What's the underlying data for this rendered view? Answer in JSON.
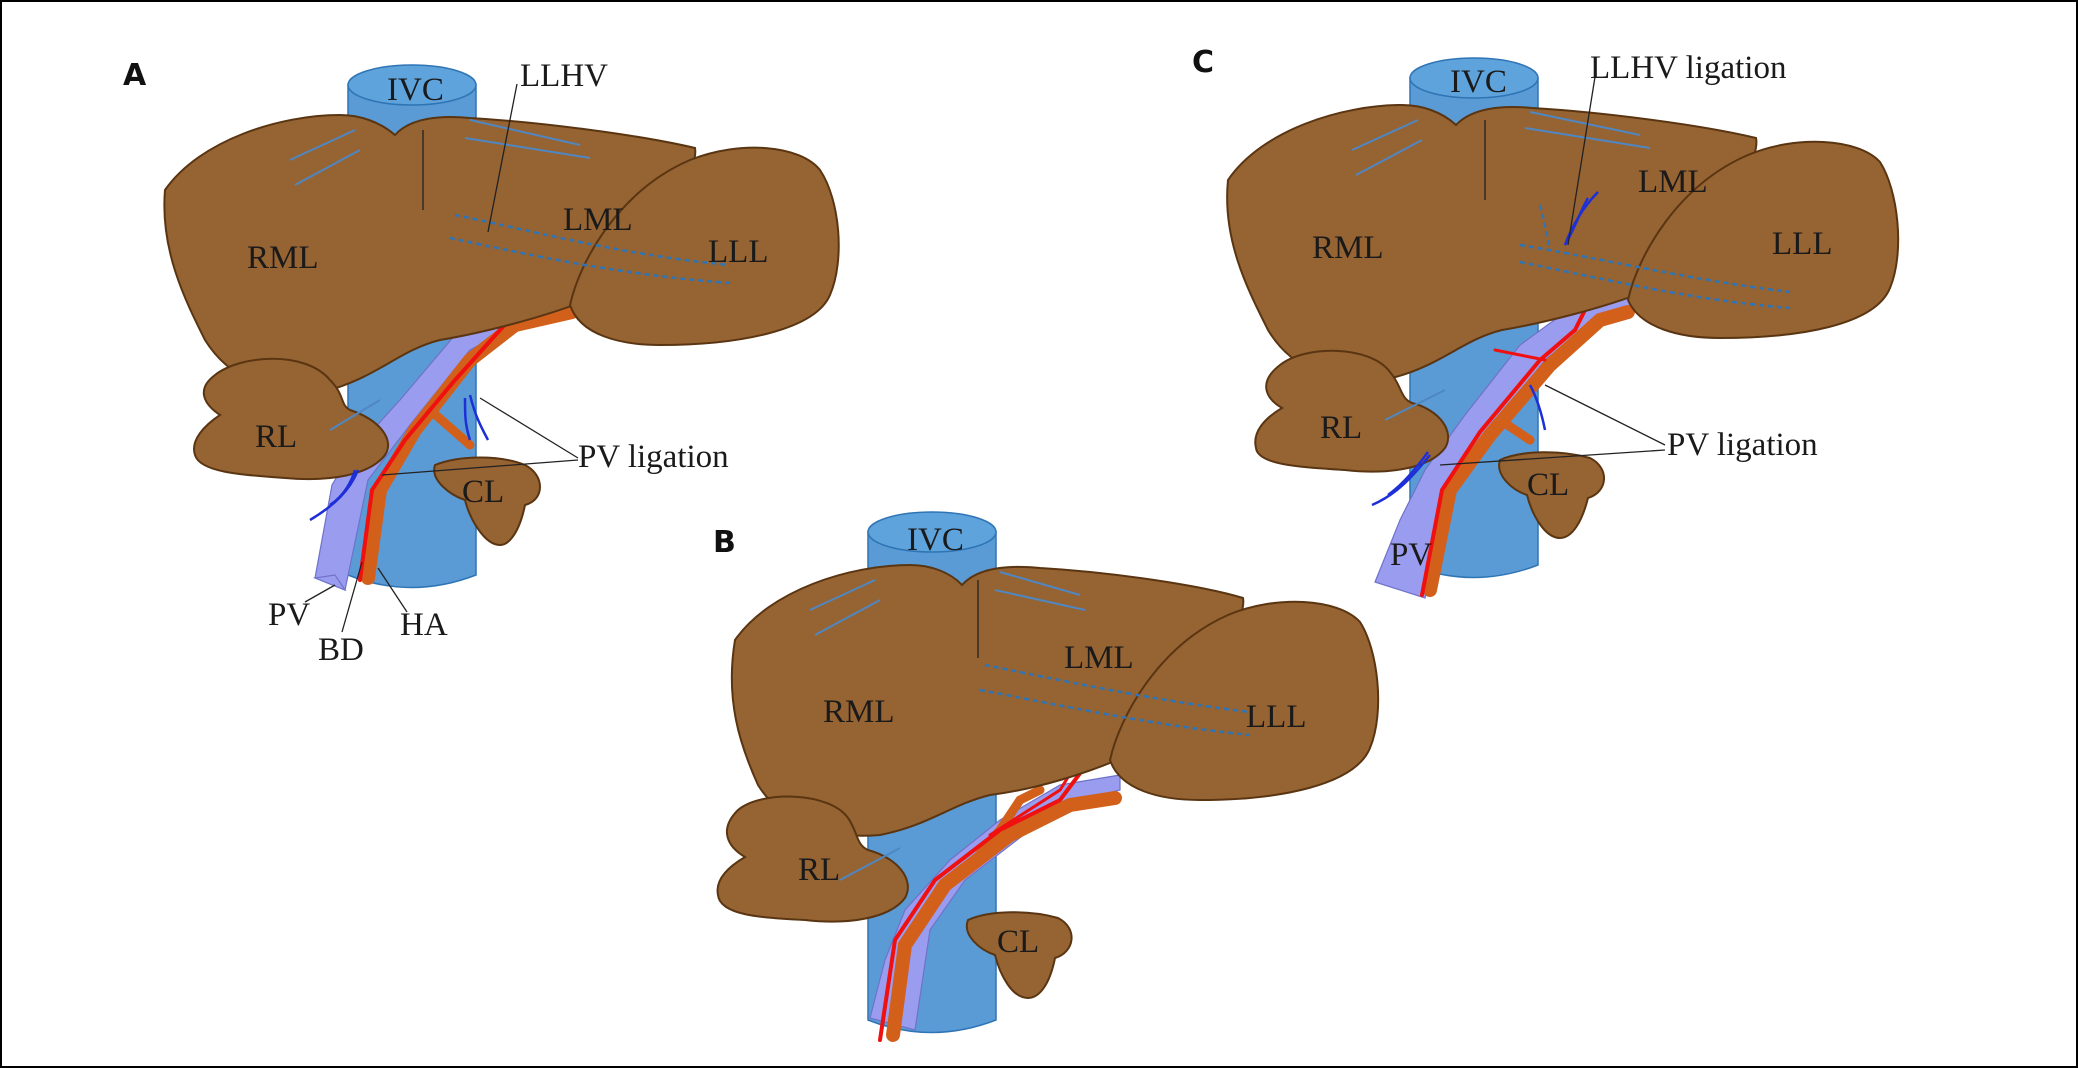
{
  "figure": {
    "panels": [
      {
        "id": "A",
        "letter": "A",
        "labels": {
          "ivc": "IVC",
          "llhv": "LLHV",
          "rml": "RML",
          "lml": "LML",
          "lll": "LLL",
          "rl": "RL",
          "cl": "CL",
          "pv_ligation": "PV ligation",
          "pv": "PV",
          "bd": "BD",
          "ha": "HA"
        }
      },
      {
        "id": "B",
        "letter": "B",
        "labels": {
          "ivc": "IVC",
          "rml": "RML",
          "lml": "LML",
          "lll": "LLL",
          "rl": "RL",
          "cl": "CL"
        }
      },
      {
        "id": "C",
        "letter": "C",
        "labels": {
          "ivc": "IVC",
          "llhv_ligation": "LLHV ligation",
          "rml": "RML",
          "lml": "LML",
          "lll": "LLL",
          "rl": "RL",
          "cl": "CL",
          "pv_ligation": "PV ligation",
          "pv": "PV"
        }
      }
    ],
    "colors": {
      "liver": "#966332",
      "ivc": "#5a9bd6",
      "portal_vein": "#9a9cf0",
      "hepatic_artery": "#f01010",
      "bile_duct": "#d2601a",
      "ligation_suture": "#1e2fd8"
    }
  }
}
